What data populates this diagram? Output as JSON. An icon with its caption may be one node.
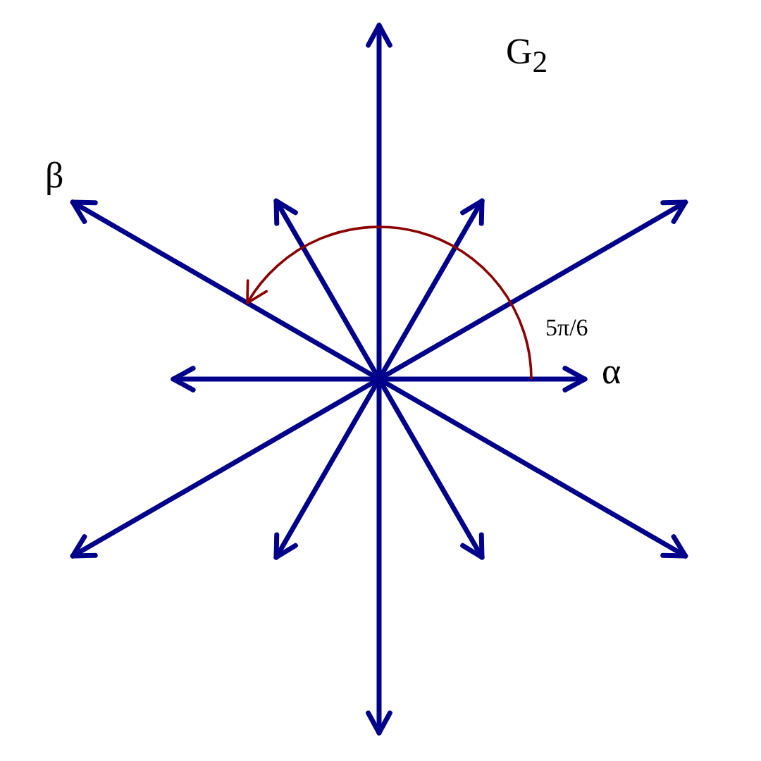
{
  "diagram": {
    "labels": [
      "G$_{2}$",
      "β",
      "5π/6",
      "α"
    ]
  }
}
